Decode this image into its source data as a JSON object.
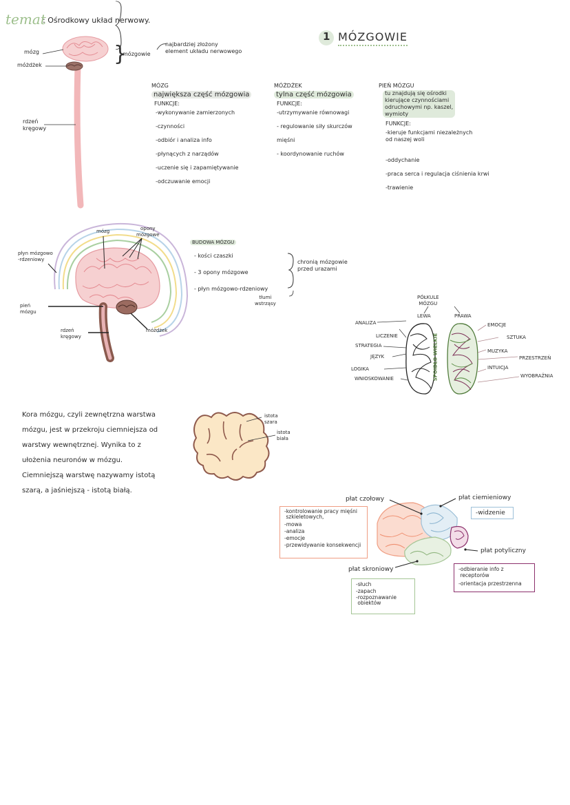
{
  "header": {
    "topic_word": "temat",
    "topic_title": ": Ośrodkowy układ nerwowy.",
    "section_number": "1",
    "section_title": "MÓZGOWIE"
  },
  "spine_diagram": {
    "label_mozg": "mózg",
    "label_mozdzek": "móżdżek",
    "label_rdzen": "rdzeń\nkręgowy",
    "label_mozgowie": "mózgowie",
    "annotation": "najbardziej złożony\nelement układu nerwowego"
  },
  "columns": {
    "mozg": {
      "title": "MÓZG",
      "subtitle": "największa część mózgowia",
      "funkcje": "FUNKCJE:",
      "items": [
        "-wykonywanie zamierzonych",
        "-czynności",
        "-odbiór i analiza info",
        "-płynących z narządów",
        "-uczenie się i zapamiętywanie",
        "-odczuwanie emocji"
      ]
    },
    "mozdzek": {
      "title": "MÓŻDŻEK",
      "subtitle": "tylna część mózgowia",
      "funkcje": "FUNKCJE:",
      "items": [
        "-utrzymywanie równowagi",
        "- regulowanie siły skurczów",
        "mięśni",
        "- koordynowanie ruchów"
      ]
    },
    "pien": {
      "title": "PIEŃ MÓZGU",
      "subtitle": "tu znajdują się ośrodki\nkierujące czynnościami\nodruchowymi np. kaszel,\nwymioty",
      "funkcje": "FUNKCJE:",
      "items": [
        "-kieruje funkcjami niezależnych\nod naszej woli",
        "-oddychanie",
        "-praca serca i regulacja ciśnienia krwi",
        "-trawienie"
      ]
    }
  },
  "head_diagram": {
    "label_mozg": "mózg",
    "label_opony": "opony\nmózgowe",
    "label_plyn": "płyn mózgowo\n-rdzeniowy",
    "label_pien": "pień\nmózgu",
    "label_rdzen": "rdzeń\nkręgowy",
    "label_mozdzek": "móżdżek"
  },
  "budowa": {
    "title": "BUDOWA MÓZGU",
    "items": [
      "- kości czaszki",
      "- 3 opony mózgowe",
      "- płyn mózgowo-rdzeniowy"
    ],
    "brace_note": "chronią mózgowie\nprzed urazami",
    "small_note": "tłumi\nwstrząsy"
  },
  "hemispheres": {
    "title": "PÓŁKULE\nMÓZGU",
    "left": "LEWA",
    "right": "PRAWA",
    "center": "SPOIDŁO WIELKIE",
    "left_items": [
      "ANALIZA",
      "LICZENIE",
      "STRATEGIA",
      "JĘZYK",
      "LOGIKA",
      "WNIOSKOWANIE"
    ],
    "right_items": [
      "EMOCJE",
      "SZTUKA",
      "MUZYKA",
      "PRZESTRZEŃ",
      "INTUICJA",
      "WYOBRAŹNIA"
    ]
  },
  "kora": {
    "text": [
      "Kora mózgu, czyli zewnętrzna warstwa",
      "mózgu, jest w przekroju ciemniejsza od",
      "warstwy wewnętrznej. Wynika to z",
      "ułożenia neuronów w mózgu.",
      "Ciemniejszą warstwę nazywamy istotą",
      "szarą, a jaśniejszą - istotą białą."
    ],
    "label_szara": "istota\nszara",
    "label_biala": "istota\nbiała"
  },
  "lobes": {
    "czolowy": "płat czołowy",
    "ciemieniowy": "płat ciemieniowy",
    "potyliczny": "płat potyliczny",
    "skroniowy": "płat skroniowy",
    "czolowy_items": [
      "-kontrolowanie pracy mięśni\n szkieletowych,",
      "-mowa",
      "-analiza",
      "-emocje",
      "-przewidywanie konsekwencji"
    ],
    "ciemieniowy_items": [
      "-widzenie"
    ],
    "potyliczny_items": [
      "-odbieranie info z\n receptorów",
      "-orientacja przestrzenna"
    ],
    "skroniowy_items": [
      "-słuch",
      "-zapach",
      "-rozpoznawanie\n obiektów"
    ]
  },
  "colors": {
    "green": "#9dbf8c",
    "pink": "#f2b7b9",
    "brown": "#8a5a4e",
    "orange": "#f0a58a",
    "blue": "#a9c8dd",
    "purple": "#8b2f6b"
  }
}
